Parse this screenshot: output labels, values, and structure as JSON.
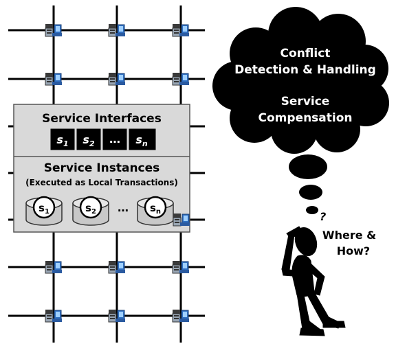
{
  "colors": {
    "background": "#ffffff",
    "grid_line": "#000000",
    "panel_fill": "#d9d9d9",
    "panel_stroke": "#555555",
    "chip_fill": "#000000",
    "chip_text": "#ffffff",
    "cloud_fill": "#000000",
    "cloud_text": "#ffffff",
    "node_blue": "#2f6fc1",
    "node_dark": "#404040"
  },
  "service_interfaces": {
    "title": "Service Interfaces",
    "chips": [
      {
        "base": "s",
        "sub": "1"
      },
      {
        "base": "s",
        "sub": "2"
      },
      {
        "base": "…",
        "sub": ""
      },
      {
        "base": "s",
        "sub": "n"
      }
    ]
  },
  "service_instances": {
    "title": "Service Instances",
    "subtitle": "(Executed as Local Transactions)",
    "instances": [
      {
        "base": "s",
        "sub": "1"
      },
      {
        "base": "s",
        "sub": "2"
      },
      {
        "base": "s",
        "sub": "n"
      }
    ],
    "ellipsis": "…"
  },
  "thought_cloud": {
    "line1": "Conflict",
    "line2": "Detection & Handling",
    "line3": "Service",
    "line4": "Compensation"
  },
  "person": {
    "question_marks": "?",
    "speech_line1": "Where &",
    "speech_line2": "How?"
  },
  "grid_nodes": {
    "icon": "computer-node-icon",
    "count": 17
  }
}
